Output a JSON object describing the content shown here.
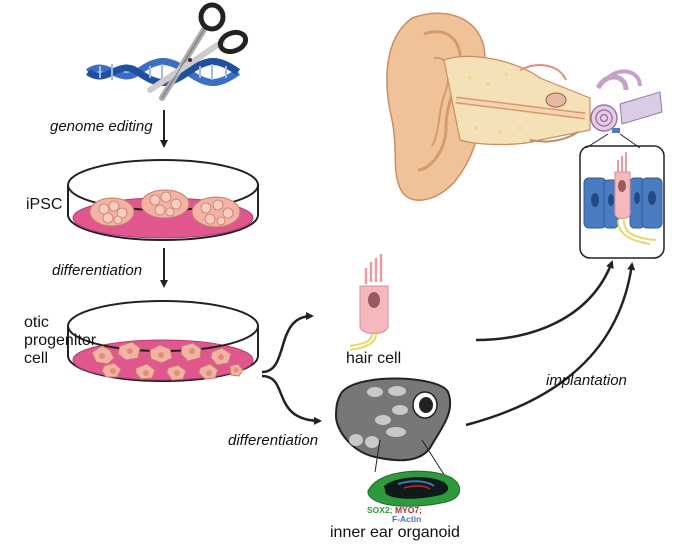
{
  "labels": {
    "genome_editing": "genome editing",
    "ipsc": "iPSC",
    "differentiation_1": "differentiation",
    "otic_line1": "otic",
    "otic_line2": "progenitor",
    "otic_line3": "cell",
    "hair_cell": "hair cell",
    "differentiation_2": "differentiation",
    "implantation": "implantation",
    "inner_ear_organoid": "inner ear organoid"
  },
  "stain_legend": {
    "sox2": "SOX2;",
    "myo7": "MYO7;",
    "factin": "F-Actin"
  },
  "colors": {
    "dish_medium": "#e0568f",
    "cell_fill": "#f2b3a4",
    "cell_nucleus": "#e58c7a",
    "dna": "#3a6fc4",
    "ear_skin": "#f0c29a",
    "organoid_body": "#777777",
    "hair_cell_body": "#f4b8bd",
    "support_cell": "#4a7cc2",
    "sox2_green": "#2e9a3c",
    "myo7_red": "#c0282b",
    "factin_blue": "#4a72b8"
  }
}
